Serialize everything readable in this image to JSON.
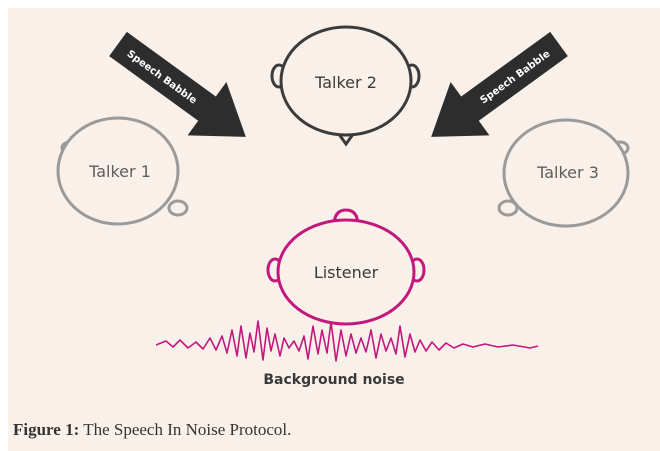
{
  "diagram": {
    "talkers": [
      {
        "id": "talker-1",
        "label": "Talker 1",
        "color": "#9a9a9a"
      },
      {
        "id": "talker-2",
        "label": "Talker 2",
        "color": "#3b3b3b"
      },
      {
        "id": "talker-3",
        "label": "Talker 3",
        "color": "#9a9a9a"
      }
    ],
    "listener": {
      "label": "Listener",
      "color": "#c2187e"
    },
    "arrows": [
      {
        "label": "Speech Babble",
        "color": "#2d2d2d"
      },
      {
        "label": "Speech Babble",
        "color": "#2d2d2d"
      }
    ],
    "noise": {
      "label": "Background noise",
      "color": "#c2187e"
    }
  },
  "caption": {
    "prefix": "Figure 1:",
    "text": " The Speech In Noise Protocol."
  },
  "colors": {
    "background": "#f9f0ea"
  }
}
